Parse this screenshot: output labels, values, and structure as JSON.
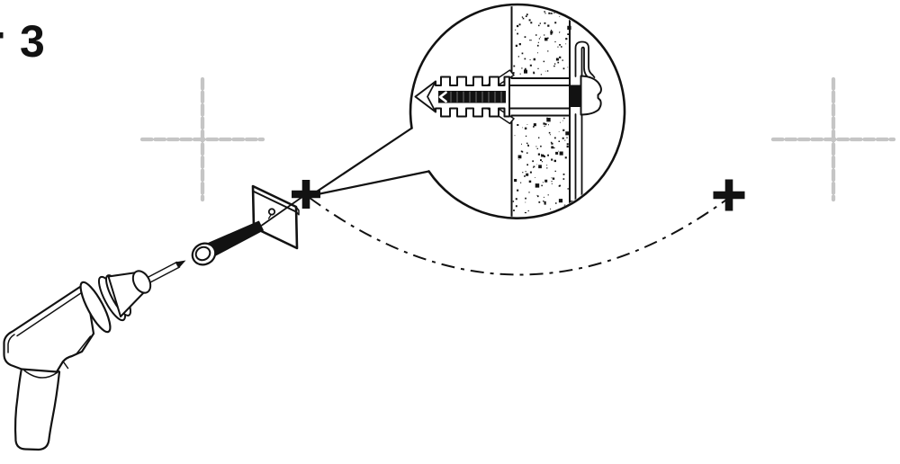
{
  "step": {
    "number": "3"
  },
  "colors": {
    "paper": "#ffffff",
    "ink": "#121212",
    "registration": "#c5c5c5"
  },
  "illustration": {
    "parts": [
      "step-number",
      "registration-cross-left",
      "registration-cross-right",
      "drill-point-marker-left",
      "drill-point-marker-right",
      "spacing-guide-arc",
      "magnifier-callout-circle",
      "wall-cross-section",
      "wall-anchor-plug",
      "anchor-screw-thread",
      "hook-bracket",
      "dome-screw-head",
      "mounting-plate",
      "pan-head-screw",
      "power-drill",
      "drill-bit"
    ]
  }
}
